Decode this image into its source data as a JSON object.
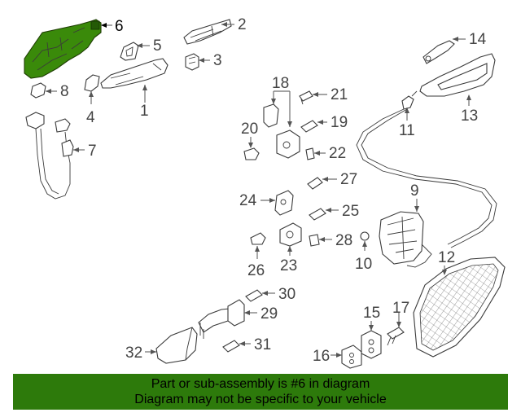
{
  "highlighted_part": "6",
  "callouts": [
    "1",
    "2",
    "3",
    "4",
    "5",
    "6",
    "7",
    "8",
    "9",
    "10",
    "11",
    "12",
    "13",
    "14",
    "15",
    "16",
    "17",
    "18",
    "19",
    "20",
    "21",
    "22",
    "23",
    "24",
    "25",
    "26",
    "27",
    "28",
    "29",
    "30",
    "31",
    "32"
  ],
  "banner": {
    "line1": "Part or sub-assembly is #6 in diagram",
    "line2": "Diagram may not be specific to your vehicle"
  },
  "colors": {
    "banner_bg": "#2d7a0b",
    "highlight_fill": "#3a8a0a",
    "label_gray": "#444444"
  }
}
